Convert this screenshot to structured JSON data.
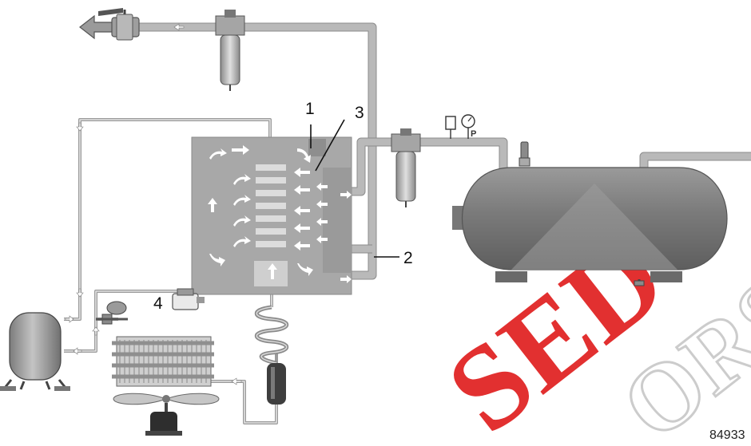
{
  "labels": {
    "l1": "1",
    "l2": "2",
    "l3": "3",
    "l4": "4"
  },
  "gauge_letter": "P",
  "drawing_code": "84933",
  "watermark": {
    "word1": "SED",
    "word2": "ORS"
  },
  "colors": {
    "pipe": "#b9b9b9",
    "pipe_edge": "#8c8c8c",
    "dryer_body": "#a8a8a8",
    "tank": "#8f8f8f",
    "watermark": "#e01f1f"
  }
}
